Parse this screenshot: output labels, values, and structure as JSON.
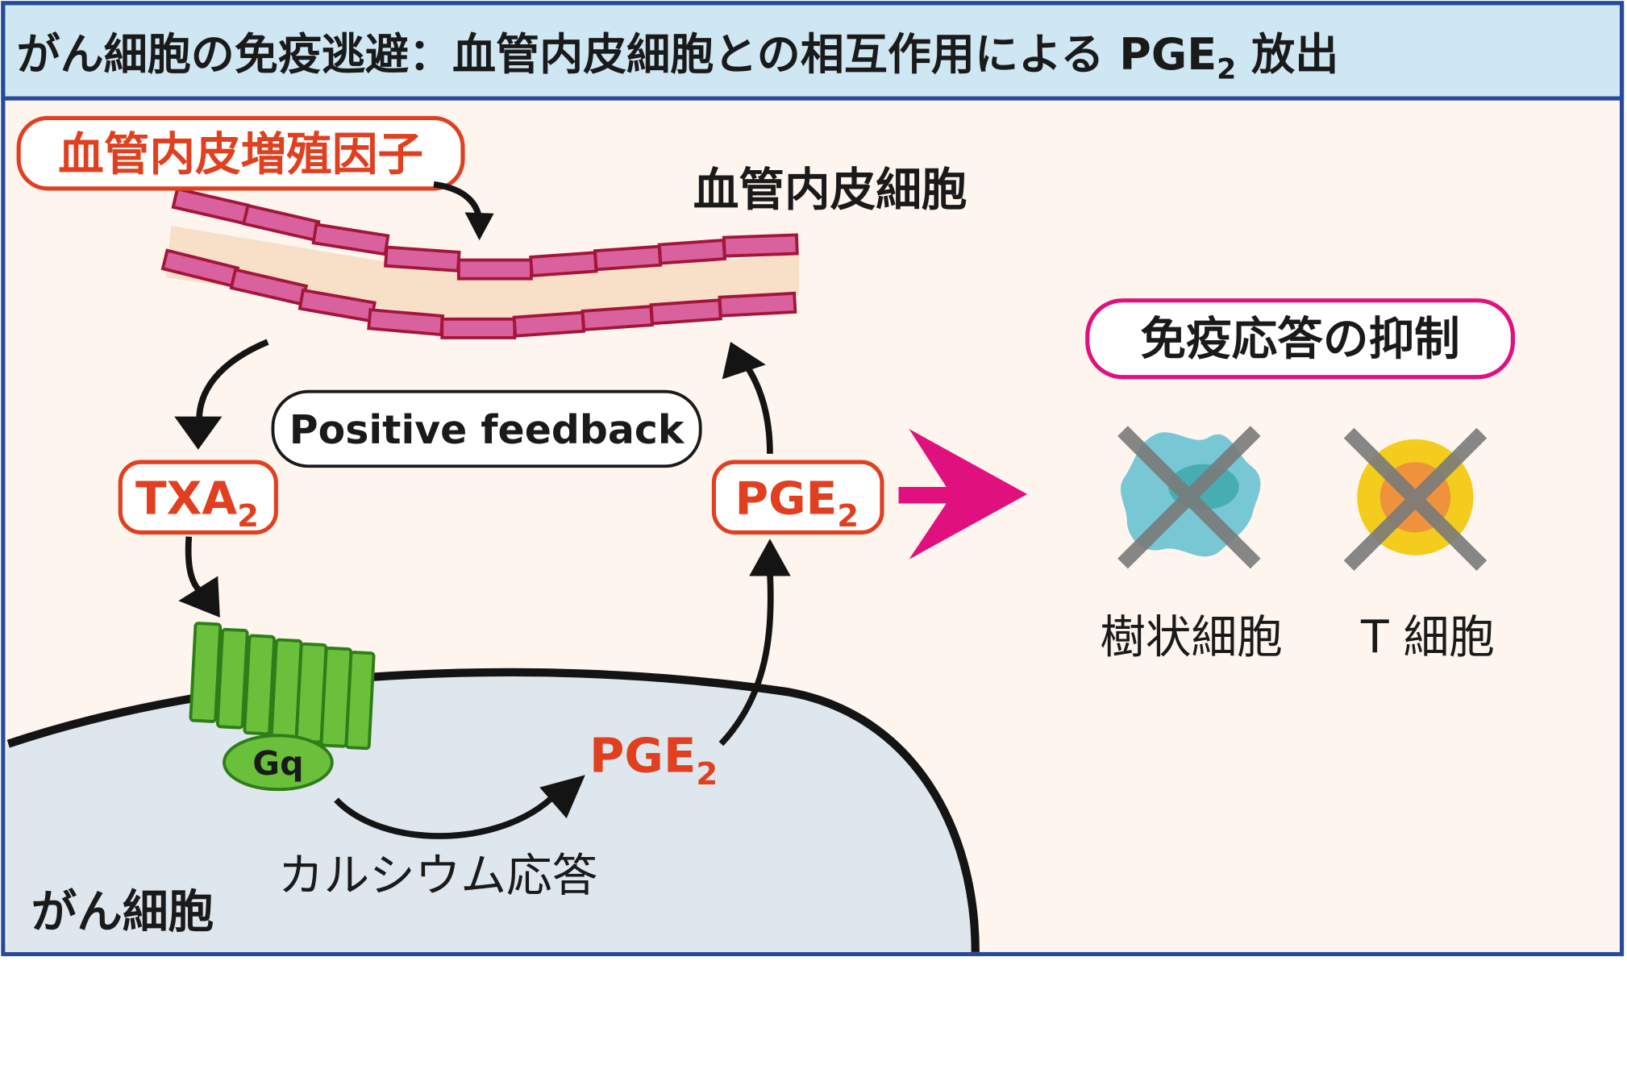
{
  "title": {
    "main": "がん細胞の免疫逃避：血管内皮細胞との相互作用による PGE",
    "sub": "2",
    "suffix": " 放出"
  },
  "labels": {
    "vegf": "血管内皮増殖因子",
    "endothelial_cell": "血管内皮細胞",
    "positive_feedback": "Positive feedback",
    "txa2": "TXA",
    "txa2_sub": "2",
    "pge2_box": "PGE",
    "pge2_box_sub": "2",
    "pge2_inner": "PGE",
    "pge2_inner_sub": "2",
    "gq": "Gq",
    "calcium": "カルシウム応答",
    "cancer_cell": "がん細胞",
    "immune_suppression": "免疫応答の抑制",
    "dendritic_cell": "樹状細胞",
    "t_cell": "T 細胞"
  },
  "colors": {
    "title_bg": "#cfe6f3",
    "frame_border": "#274a9c",
    "panel_bg": "#fdf5ee",
    "cancer_cell_fill": "#dfe7ee",
    "red_label": "#e0401f",
    "magenta": "#e0107e",
    "vessel_cell_fill": "#d9619e",
    "vessel_cell_stroke": "#a3163a",
    "vessel_lumen": "#f7dfc8",
    "receptor_green": "#6abf3b",
    "receptor_dark": "#2e7d19",
    "dendritic_fill": "#5fbfcf",
    "tcell_outer": "#f4cc1e",
    "tcell_inner": "#ef8c3e",
    "cross_gray": "#7a7a7a"
  },
  "icons": {
    "inhibition_mark": "cross-icon",
    "dendritic_cell": "dendritic-cell-icon",
    "t_cell": "t-cell-icon",
    "receptor": "gpcr-receptor-icon"
  }
}
